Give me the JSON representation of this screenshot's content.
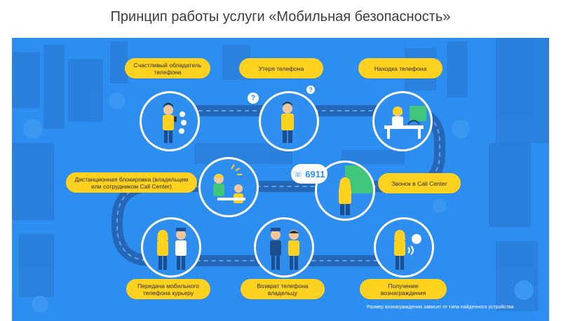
{
  "page": {
    "title": "Принцип работы услуги «Мобильная безопасность»"
  },
  "steps": [
    {
      "label": "Счастливый обладатель\nтелефона",
      "icon": "happy-owner-icon"
    },
    {
      "label": "Утеря телефона",
      "icon": "phone-loss-icon"
    },
    {
      "label": "Находка телефона",
      "icon": "phone-found-icon"
    },
    {
      "label": "Звонок в Call Center",
      "icon": "call-center-icon"
    },
    {
      "label": "Дистанционная блокировка (владельцем\nили сотрудником Call Center)",
      "icon": "remote-lock-icon"
    },
    {
      "label": "Передача мобильного\nтелефона курьеру",
      "icon": "courier-handover-icon"
    },
    {
      "label": "Возврат телефона\nвладельцу",
      "icon": "phone-return-icon"
    },
    {
      "label": "Получение вознаграждения",
      "icon": "reward-icon"
    }
  ],
  "call_bubble": "6911",
  "question_mark": "?",
  "footnote": "Размер вознаграждения зависит от типа найденного устройства",
  "colors": {
    "background": "#2b8ef0",
    "pill": "#ffd21f",
    "road": "#2466b8",
    "accent_yellow": "#ffd21f"
  }
}
